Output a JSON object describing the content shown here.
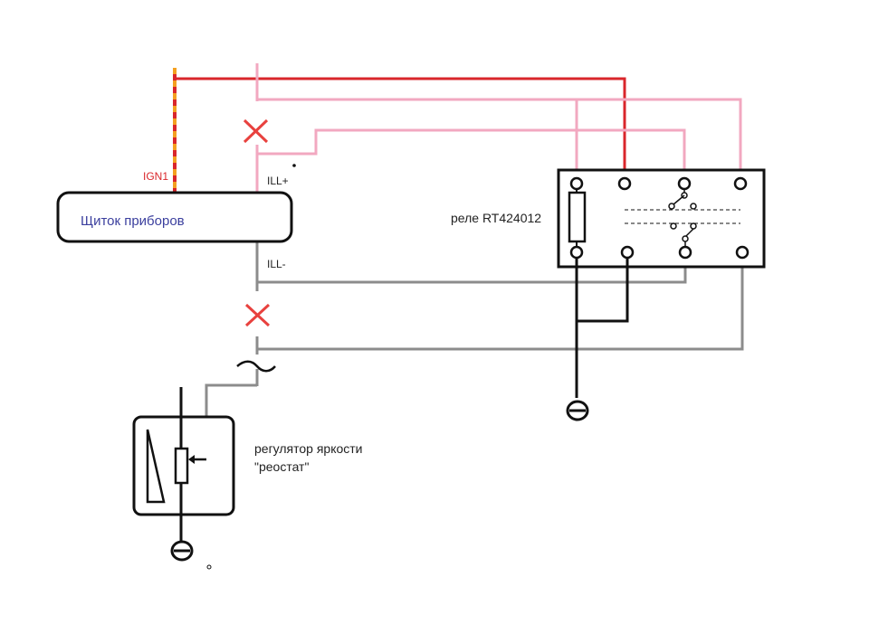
{
  "labels": {
    "ign1": "IGN1",
    "ill_plus": "ILL+",
    "ill_minus": "ILL-",
    "dashboard": "Щиток приборов",
    "relay": "реле RT424012",
    "rheostat_line1": "регулятор яркости",
    "rheostat_line2": "\"реостат\""
  },
  "colors": {
    "ign_wire": "#d9262b",
    "ign_dash": "#f4a020",
    "ill_plus_wire": "#f2a8c0",
    "ill_minus_wire": "#8c8c8c",
    "cut_mark": "#e8413e",
    "component_outline": "#111111",
    "dashboard_text": "#3b3f9e",
    "label_red": "#d9262b",
    "label_dark": "#222222"
  }
}
